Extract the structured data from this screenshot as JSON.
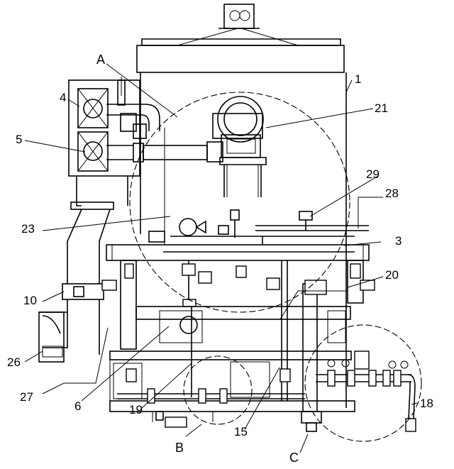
{
  "labels": {
    "l1": "1",
    "l3": "3",
    "l4": "4",
    "l5": "5",
    "l6": "6",
    "l10": "10",
    "l15": "15",
    "l18": "18",
    "l19": "19",
    "l20": "20",
    "l21": "21",
    "l23": "23",
    "l26": "26",
    "l27": "27",
    "l28": "28",
    "l29": "29",
    "detailA": "A",
    "detailB": "B",
    "detailC": "C"
  }
}
